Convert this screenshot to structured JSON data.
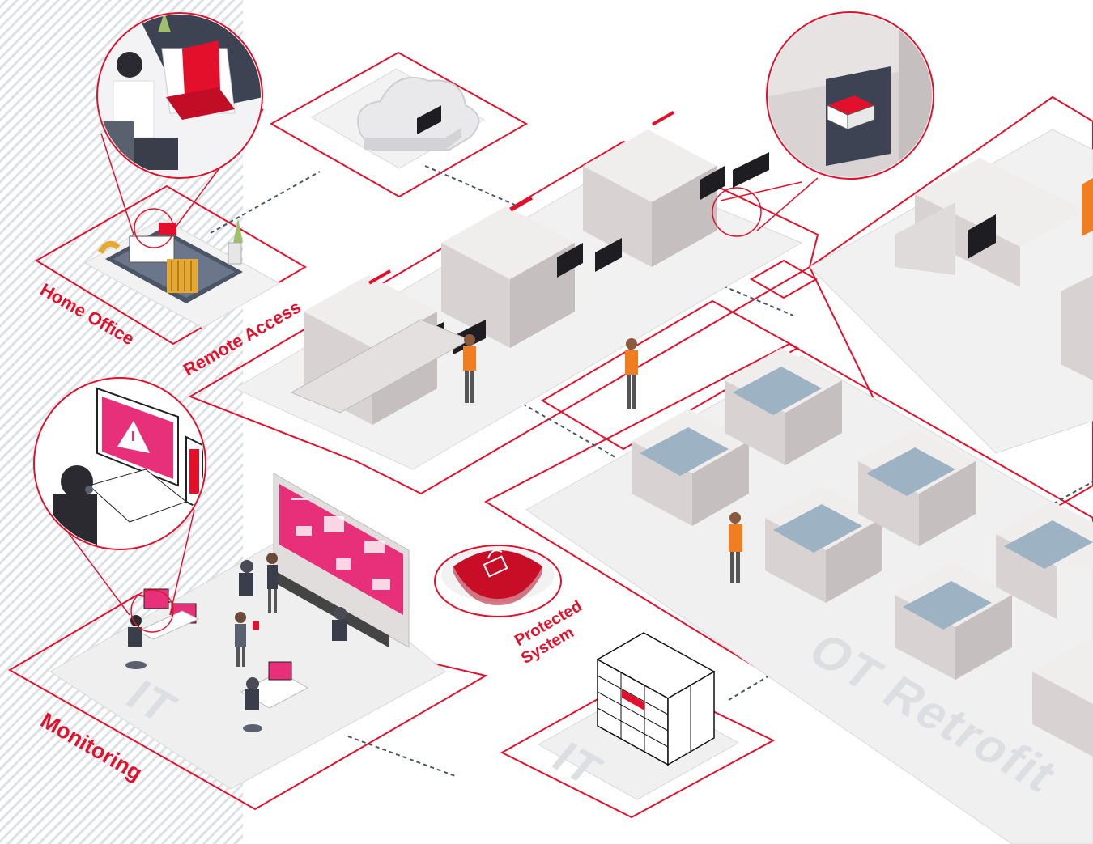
{
  "colors": {
    "accent_red": "#e3102c",
    "pink_screen": "#e8307a",
    "machine_grey": "#e7e3e3",
    "machine_dark": "#bfb8b9",
    "platform": "#f2f2f3",
    "panel_blue": "#9db3c3",
    "worker_orange": "#f07d1f"
  },
  "labels": {
    "home_office": "Home Office",
    "remote_access": "Remote Access",
    "monitoring": "Monitoring",
    "protected_system_line1": "Protected",
    "protected_system_line2": "System",
    "it_monitoring": "IT",
    "it_server": "IT",
    "ot_retrofit": "OT Retrofit"
  },
  "icons": [
    "cloud-icon",
    "padlock-shield-icon",
    "warning-icon",
    "server-rack-icon",
    "gateway-device-icon"
  ]
}
